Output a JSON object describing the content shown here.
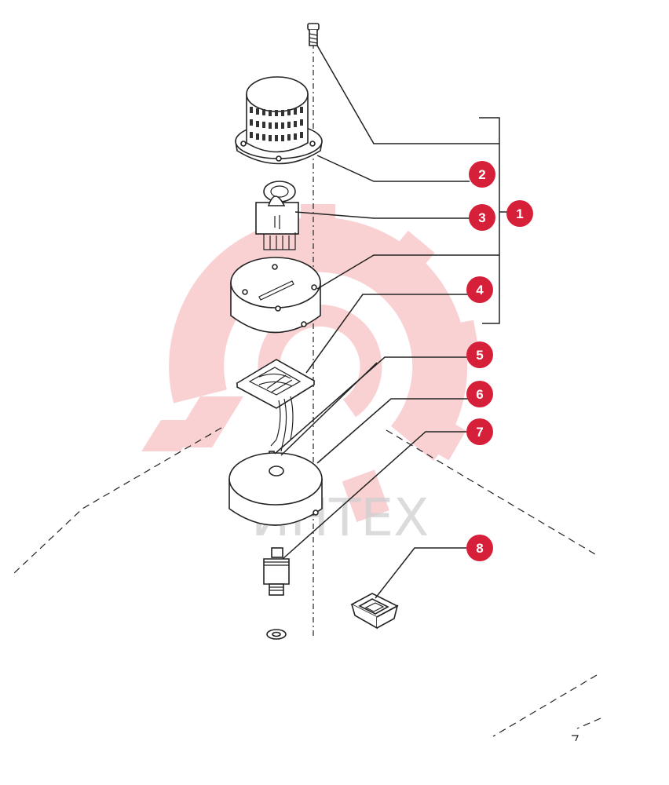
{
  "diagram": {
    "watermark": {
      "text": "ИНТЕХ",
      "color": "#e8323c"
    },
    "callout_color": "#d6203a",
    "callouts": [
      {
        "id": "1",
        "label": "1"
      },
      {
        "id": "2",
        "label": "2"
      },
      {
        "id": "3",
        "label": "3"
      },
      {
        "id": "4",
        "label": "4"
      },
      {
        "id": "5",
        "label": "5"
      },
      {
        "id": "6",
        "label": "6"
      },
      {
        "id": "7",
        "label": "7"
      },
      {
        "id": "8",
        "label": "8"
      }
    ]
  }
}
